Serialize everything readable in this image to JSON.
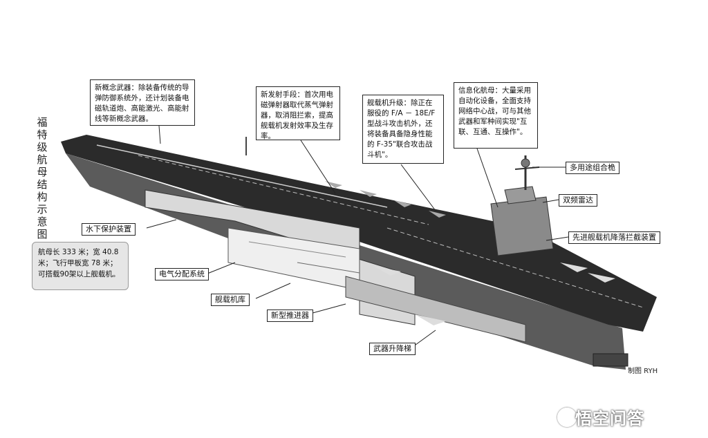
{
  "title": "福特级航母结构示意图",
  "specs": "航母长 333 米；宽 40.8 米；飞行甲板宽 78 米；可搭载90架以上舰载机。",
  "callouts": {
    "weapons": "新概念武器：除装备传统的导弹防御系统外，还计划装备电磁轨道炮、高能激光、高能射线等新概念武器。",
    "launch": "新发射手段：首次用电磁弹射器取代蒸气弹射器，取消阻拦索，提高舰载机发射效率及生存率。",
    "aircraft": "舰载机升级：除正在服役的 F/A － 18E/F 型战斗攻击机外，还将装备具备隐身性能的 F-35\"联合攻击战斗机\"。",
    "info": "信息化航母：大量采用自动化设备，全面支持网络中心战，可与其他武器和军种间实现\"互联、互通、互操作\"。"
  },
  "labels": {
    "radar_multi": "多用途组合桅",
    "radar_dual": "双频雷达",
    "arrest": "先进舰载机降落拦截装置",
    "underwater": "水下保护装置",
    "power": "电气分配系统",
    "hangar": "舰载机库",
    "propulsion": "新型推进器",
    "elevator": "武器升降梯"
  },
  "credit": "制图 RYH",
  "watermark": "悟空问答"
}
